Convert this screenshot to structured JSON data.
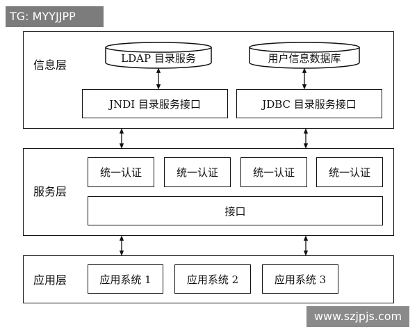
{
  "watermark_top": "TG: MYYJJPP",
  "watermark_bottom": "www.szjpjs.com",
  "info_layer": {
    "label": "信息层",
    "databases": [
      "LDAP 目录服务",
      "用户信息数据库"
    ],
    "interfaces": [
      "JNDI 目录服务接口",
      "JDBC 目录服务接口"
    ]
  },
  "service_layer": {
    "label": "服务层",
    "auth_boxes": [
      "统一认证",
      "统一认证",
      "统一认证",
      "统一认证"
    ],
    "interface": "接口"
  },
  "app_layer": {
    "label": "应用层",
    "systems": [
      "应用系统 1",
      "应用系统 2",
      "应用系统 3"
    ]
  }
}
